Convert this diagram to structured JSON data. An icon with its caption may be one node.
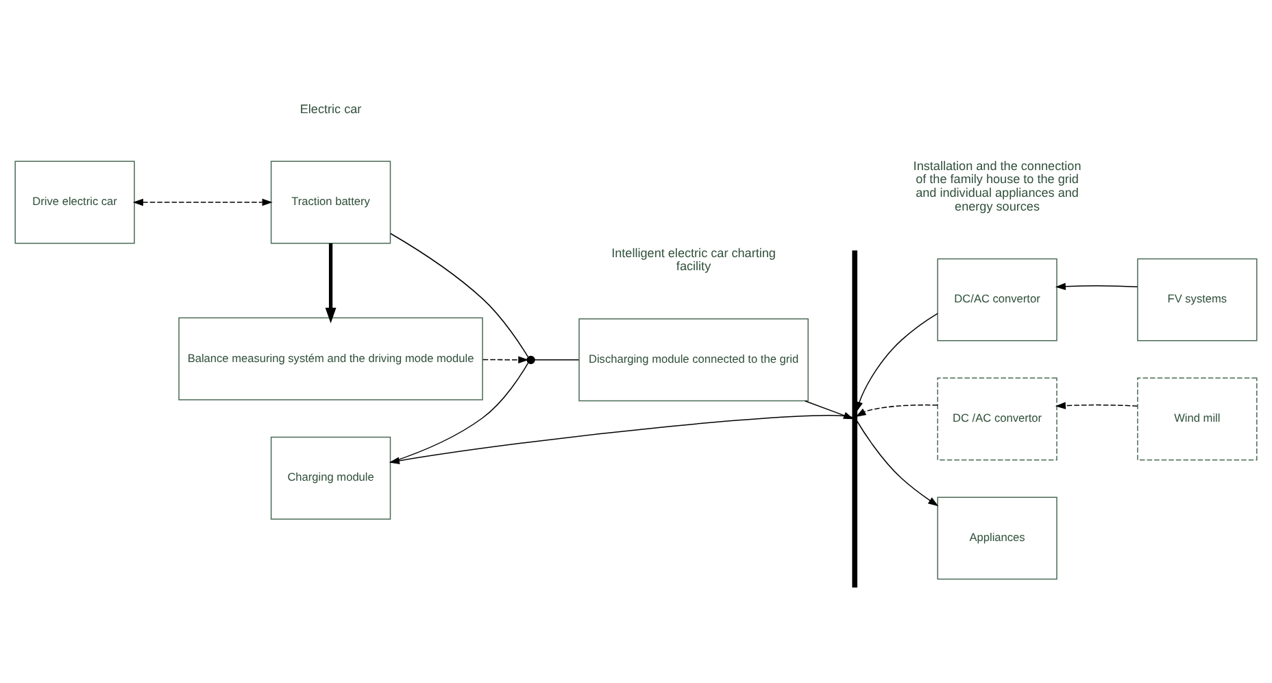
{
  "diagram": {
    "nodes": [
      {
        "text": [
          "Drive electric car"
        ]
      },
      {
        "text": [
          "Traction battery"
        ]
      },
      {
        "text": [
          "Balance measuring systém and the driving mode module"
        ]
      },
      {
        "text": [
          "Charging module"
        ]
      },
      {
        "text": [
          "Discharging module connected to the grid"
        ]
      },
      {
        "text": [
          "DC/AC convertor"
        ]
      },
      {
        "text": [
          "FV systems"
        ]
      },
      {
        "text": [
          "DC /AC convertor"
        ]
      },
      {
        "text": [
          "Wind mill"
        ]
      },
      {
        "text": [
          "Appliances"
        ]
      },
      {
        "text": [],
        "shape": "bar"
      },
      {
        "text": [],
        "shape": "switch"
      }
    ],
    "edges": [
      {
        "from": 0,
        "to": 1,
        "arrow": "both",
        "style": "dashed"
      },
      {
        "from": 1,
        "to": 2,
        "arrow": "to",
        "style": "thick"
      },
      {
        "from": 1,
        "to": 11,
        "arrow": "none"
      },
      {
        "from": 2,
        "to": 11,
        "arrow": "to",
        "style": "dashed"
      },
      {
        "from": 3,
        "to": 11,
        "arrow": "none"
      },
      {
        "from": 11,
        "to": 4,
        "arrow": "none"
      },
      {
        "from": 10,
        "to": 3,
        "arrow": "to"
      },
      {
        "from": 4,
        "to": 10,
        "arrow": "to"
      },
      {
        "from": 6,
        "to": 5,
        "arrow": "to"
      },
      {
        "from": 5,
        "to": 10,
        "arrow": "to"
      },
      {
        "from": 8,
        "to": 7,
        "arrow": "to",
        "style": "dashed"
      },
      {
        "from": 7,
        "to": 10,
        "arrow": "to",
        "style": "dashed"
      },
      {
        "from": 10,
        "to": 9,
        "arrow": "to"
      }
    ],
    "labels": [
      "Electric car",
      "Intelligent electric car charting facility",
      "Installation and the connection of the family house to the grid and individual appliances and energy sources"
    ]
  }
}
